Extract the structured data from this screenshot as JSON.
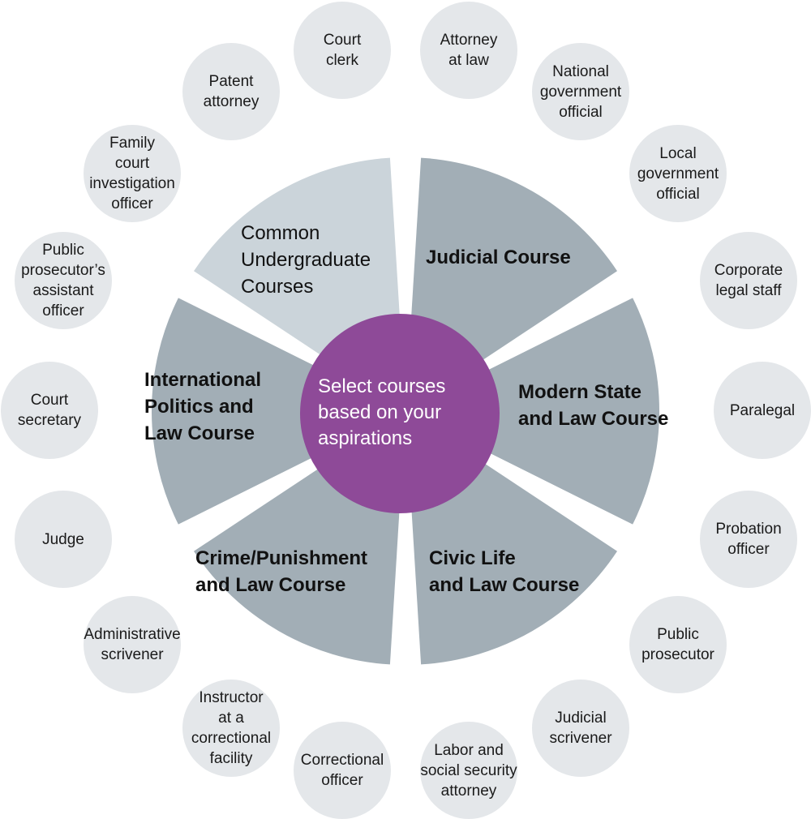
{
  "colors": {
    "accent": "#8e4a98",
    "sector_dark": "#a2aeb6",
    "sector_light": "#cbd4da",
    "career_bg": "#e4e7ea"
  },
  "center": {
    "text": "Select courses\nbased on your\naspirations"
  },
  "courses": [
    {
      "label": "Judicial Course",
      "shade": "dark"
    },
    {
      "label": "Modern State\nand Law Course",
      "shade": "dark"
    },
    {
      "label": "Civic Life\nand Law Course",
      "shade": "dark"
    },
    {
      "label": "Crime/Punishment\nand Law Course",
      "shade": "dark"
    },
    {
      "label": "International\nPolitics and\nLaw Course",
      "shade": "dark"
    },
    {
      "label": "Common\nUndergraduate\nCourses",
      "shade": "light"
    }
  ],
  "careers": [
    {
      "label": "Court\nclerk"
    },
    {
      "label": "Attorney\nat law"
    },
    {
      "label": "National\ngovernment\nofficial"
    },
    {
      "label": "Local\ngovernment\nofficial"
    },
    {
      "label": "Corporate\nlegal staff"
    },
    {
      "label": "Paralegal"
    },
    {
      "label": "Probation\nofficer"
    },
    {
      "label": "Public\nprosecutor"
    },
    {
      "label": "Judicial\nscrivener"
    },
    {
      "label": "Labor and\nsocial security\nattorney"
    },
    {
      "label": "Correctional\nofficer"
    },
    {
      "label": "Instructor\nat a correctional\nfacility"
    },
    {
      "label": "Administrative\nscrivener"
    },
    {
      "label": "Judge"
    },
    {
      "label": "Court\nsecretary"
    },
    {
      "label": "Public\nprosecutor’s\nassistant\nofficer"
    },
    {
      "label": "Family\ncourt\ninvestigation\nofficer"
    },
    {
      "label": "Patent\nattorney"
    }
  ]
}
